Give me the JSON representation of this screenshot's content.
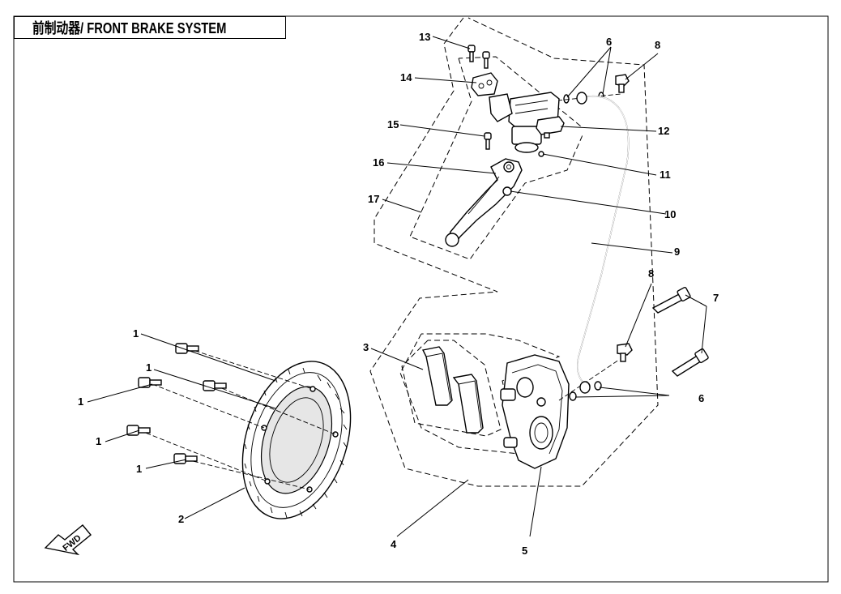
{
  "title": "前制动器/ FRONT BRAKE SYSTEM",
  "fwd_label": "FWD",
  "callouts": {
    "bolt_1a": "1",
    "bolt_1b": "1",
    "bolt_1c": "1",
    "bolt_1d": "1",
    "bolt_1e": "1",
    "disc": "2",
    "pads": "3",
    "caliper_group": "4",
    "caliper": "5",
    "washer_top": "6",
    "washer_bottom": "6",
    "bolt_7": "7",
    "banjo_top": "8",
    "banjo_bottom": "8",
    "hose": "9",
    "nut": "10",
    "screw": "11",
    "switch": "12",
    "screw_13": "13",
    "clamp": "14",
    "pivot_bolt": "15",
    "lever_part": "16",
    "master_group": "17"
  }
}
